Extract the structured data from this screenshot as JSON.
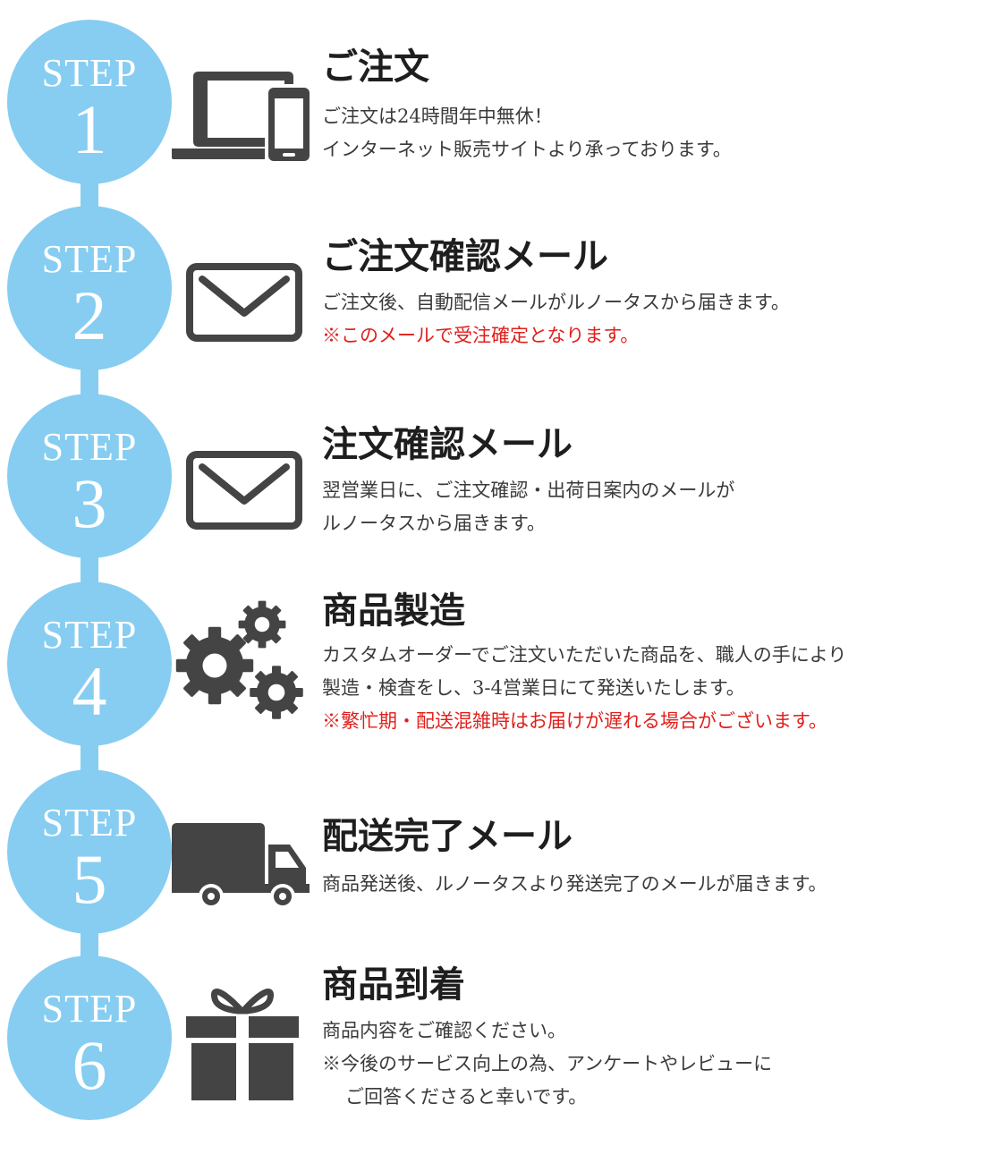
{
  "step_word": "STEP",
  "colors": {
    "circle": "#86cdf1",
    "icon": "#444444",
    "note": "#e0201c"
  },
  "steps": [
    {
      "number": "1",
      "icon": "laptop-phone-icon",
      "title": "ご注文",
      "lines": [
        "ご注文は24時間年中無休！",
        "インターネット販売サイトより承っております。"
      ]
    },
    {
      "number": "2",
      "icon": "mail-icon",
      "title": "ご注文確認メール",
      "lines": [
        "ご注文後、自動配信メールがルノータスから届きます。"
      ],
      "note": "※このメールで受注確定となります。"
    },
    {
      "number": "3",
      "icon": "mail-icon",
      "title": "注文確認メール",
      "lines": [
        "翌営業日に、ご注文確認・出荷日案内のメールが",
        "ルノータスから届きます。"
      ]
    },
    {
      "number": "4",
      "icon": "gears-icon",
      "title": "商品製造",
      "lines": [
        "カスタムオーダーでご注文いただいた商品を、職人の手により",
        "製造・検査をし、3-4営業日にて発送いたします。"
      ],
      "note": "※繁忙期・配送混雑時はお届けが遅れる場合がございます。"
    },
    {
      "number": "5",
      "icon": "truck-icon",
      "title": "配送完了メール",
      "lines": [
        "商品発送後、ルノータスより発送完了のメールが届きます。"
      ]
    },
    {
      "number": "6",
      "icon": "gift-icon",
      "title": "商品到着",
      "lines": [
        "商品内容をご確認ください。",
        "※今後のサービス向上の為、アンケートやレビューに",
        "ご回答くださると幸いです。"
      ]
    }
  ]
}
